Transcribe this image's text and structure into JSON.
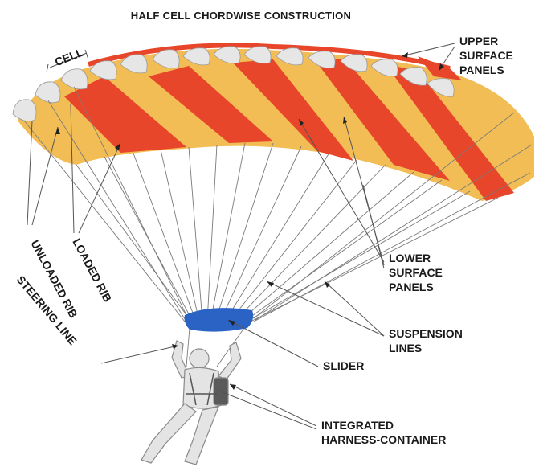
{
  "title": "HALF CELL CHORDWISE CONSTRUCTION",
  "labels": {
    "cell": "CELL",
    "upper_1": "UPPER",
    "upper_2": "SURFACE",
    "upper_3": "PANELS",
    "loaded_rib": "LOADED RIB",
    "unloaded_rib": "UNLOADED RIB",
    "steering_line": "STEERING LINE",
    "lower_1": "LOWER",
    "lower_2": "SURFACE",
    "lower_3": "PANELS",
    "suspension_1": "SUSPENSION",
    "suspension_2": "LINES",
    "slider": "SLIDER",
    "harness_1": "INTEGRATED",
    "harness_2": "HARNESS-CONTAINER"
  },
  "colors": {
    "canopy_yellow": "#f3bd55",
    "canopy_red": "#e8462a",
    "cell_opening": "#e6e6e6",
    "slider_blue": "#2a63c4",
    "jumper": "#e4e4e4"
  }
}
